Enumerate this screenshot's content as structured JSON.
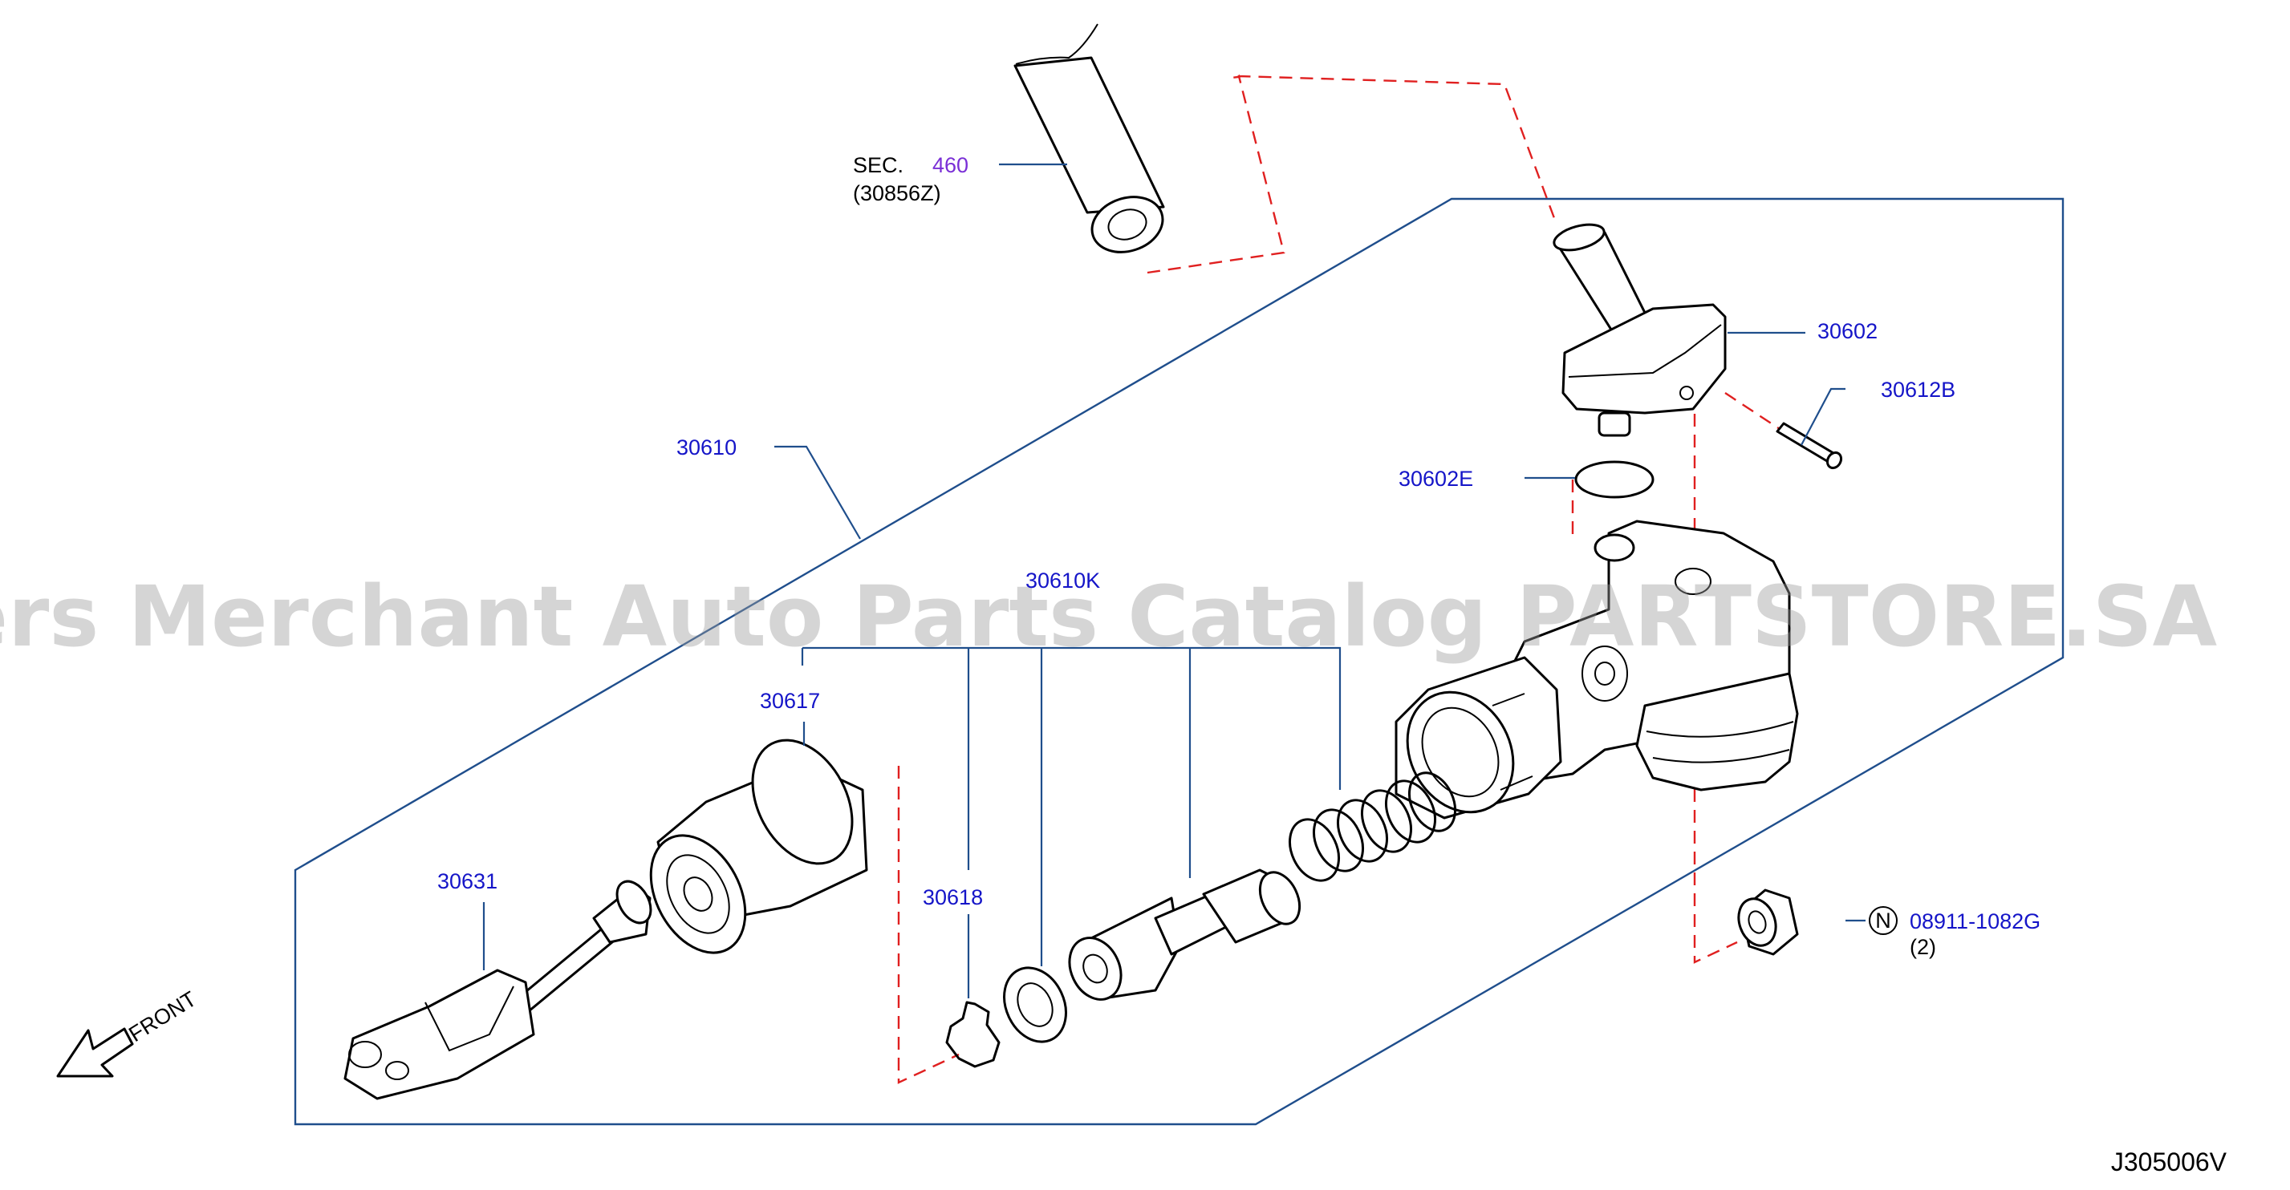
{
  "diagram": {
    "labels": {
      "sec_prefix": "SEC.",
      "sec_number": "460",
      "sec_part": "(30856Z)",
      "p30602": "30602",
      "p30612B": "30612B",
      "p30602E": "30602E",
      "p30610": "30610",
      "p30610K": "30610K",
      "p30617": "30617",
      "p30618": "30618",
      "p30631": "30631",
      "nut_marker": "N",
      "nut_part": "08911-1082G",
      "nut_qty": "(2)",
      "front": "FRONT"
    },
    "watermark": "Offers Merchant Auto Parts Catalog PARTSTORE.SA",
    "reference_code": "J305006V",
    "colors": {
      "label": "#1515c8",
      "section_ref": "#7a2fd6",
      "leader": "#1f4e8c",
      "dashed_guide": "#e02020",
      "watermark": "#9a9a9a"
    }
  }
}
